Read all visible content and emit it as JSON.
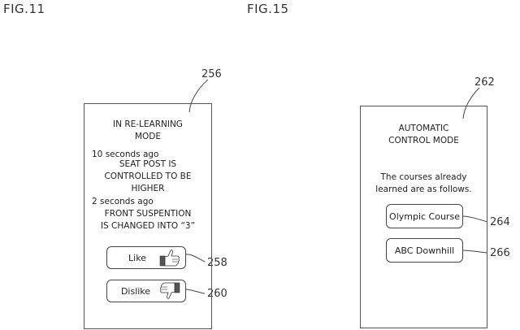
{
  "figures": [
    {
      "label": "FIG.11",
      "screen_ref": "256",
      "title": [
        "IN RE-LEARNING",
        "MODE"
      ],
      "entries": [
        {
          "time": "10 seconds ago",
          "lines": [
            "SEAT POST IS",
            "CONTROLLED TO BE",
            "HIGHER"
          ]
        },
        {
          "time": "2 seconds ago",
          "lines": [
            "FRONT SUSPENTION",
            "IS CHANGED INTO “3”"
          ]
        }
      ],
      "buttons": [
        {
          "label": "Like",
          "ref": "258",
          "icon": "thumbs-up-icon"
        },
        {
          "label": "Dislike",
          "ref": "260",
          "icon": "thumbs-down-icon"
        }
      ]
    },
    {
      "label": "FIG.15",
      "screen_ref": "262",
      "title": [
        "AUTOMATIC",
        "CONTROL MODE"
      ],
      "message": [
        "The courses already",
        "learned are as follows."
      ],
      "buttons": [
        {
          "label": "Olympic Course",
          "ref": "264"
        },
        {
          "label": "ABC Downhill",
          "ref": "266"
        }
      ]
    }
  ]
}
